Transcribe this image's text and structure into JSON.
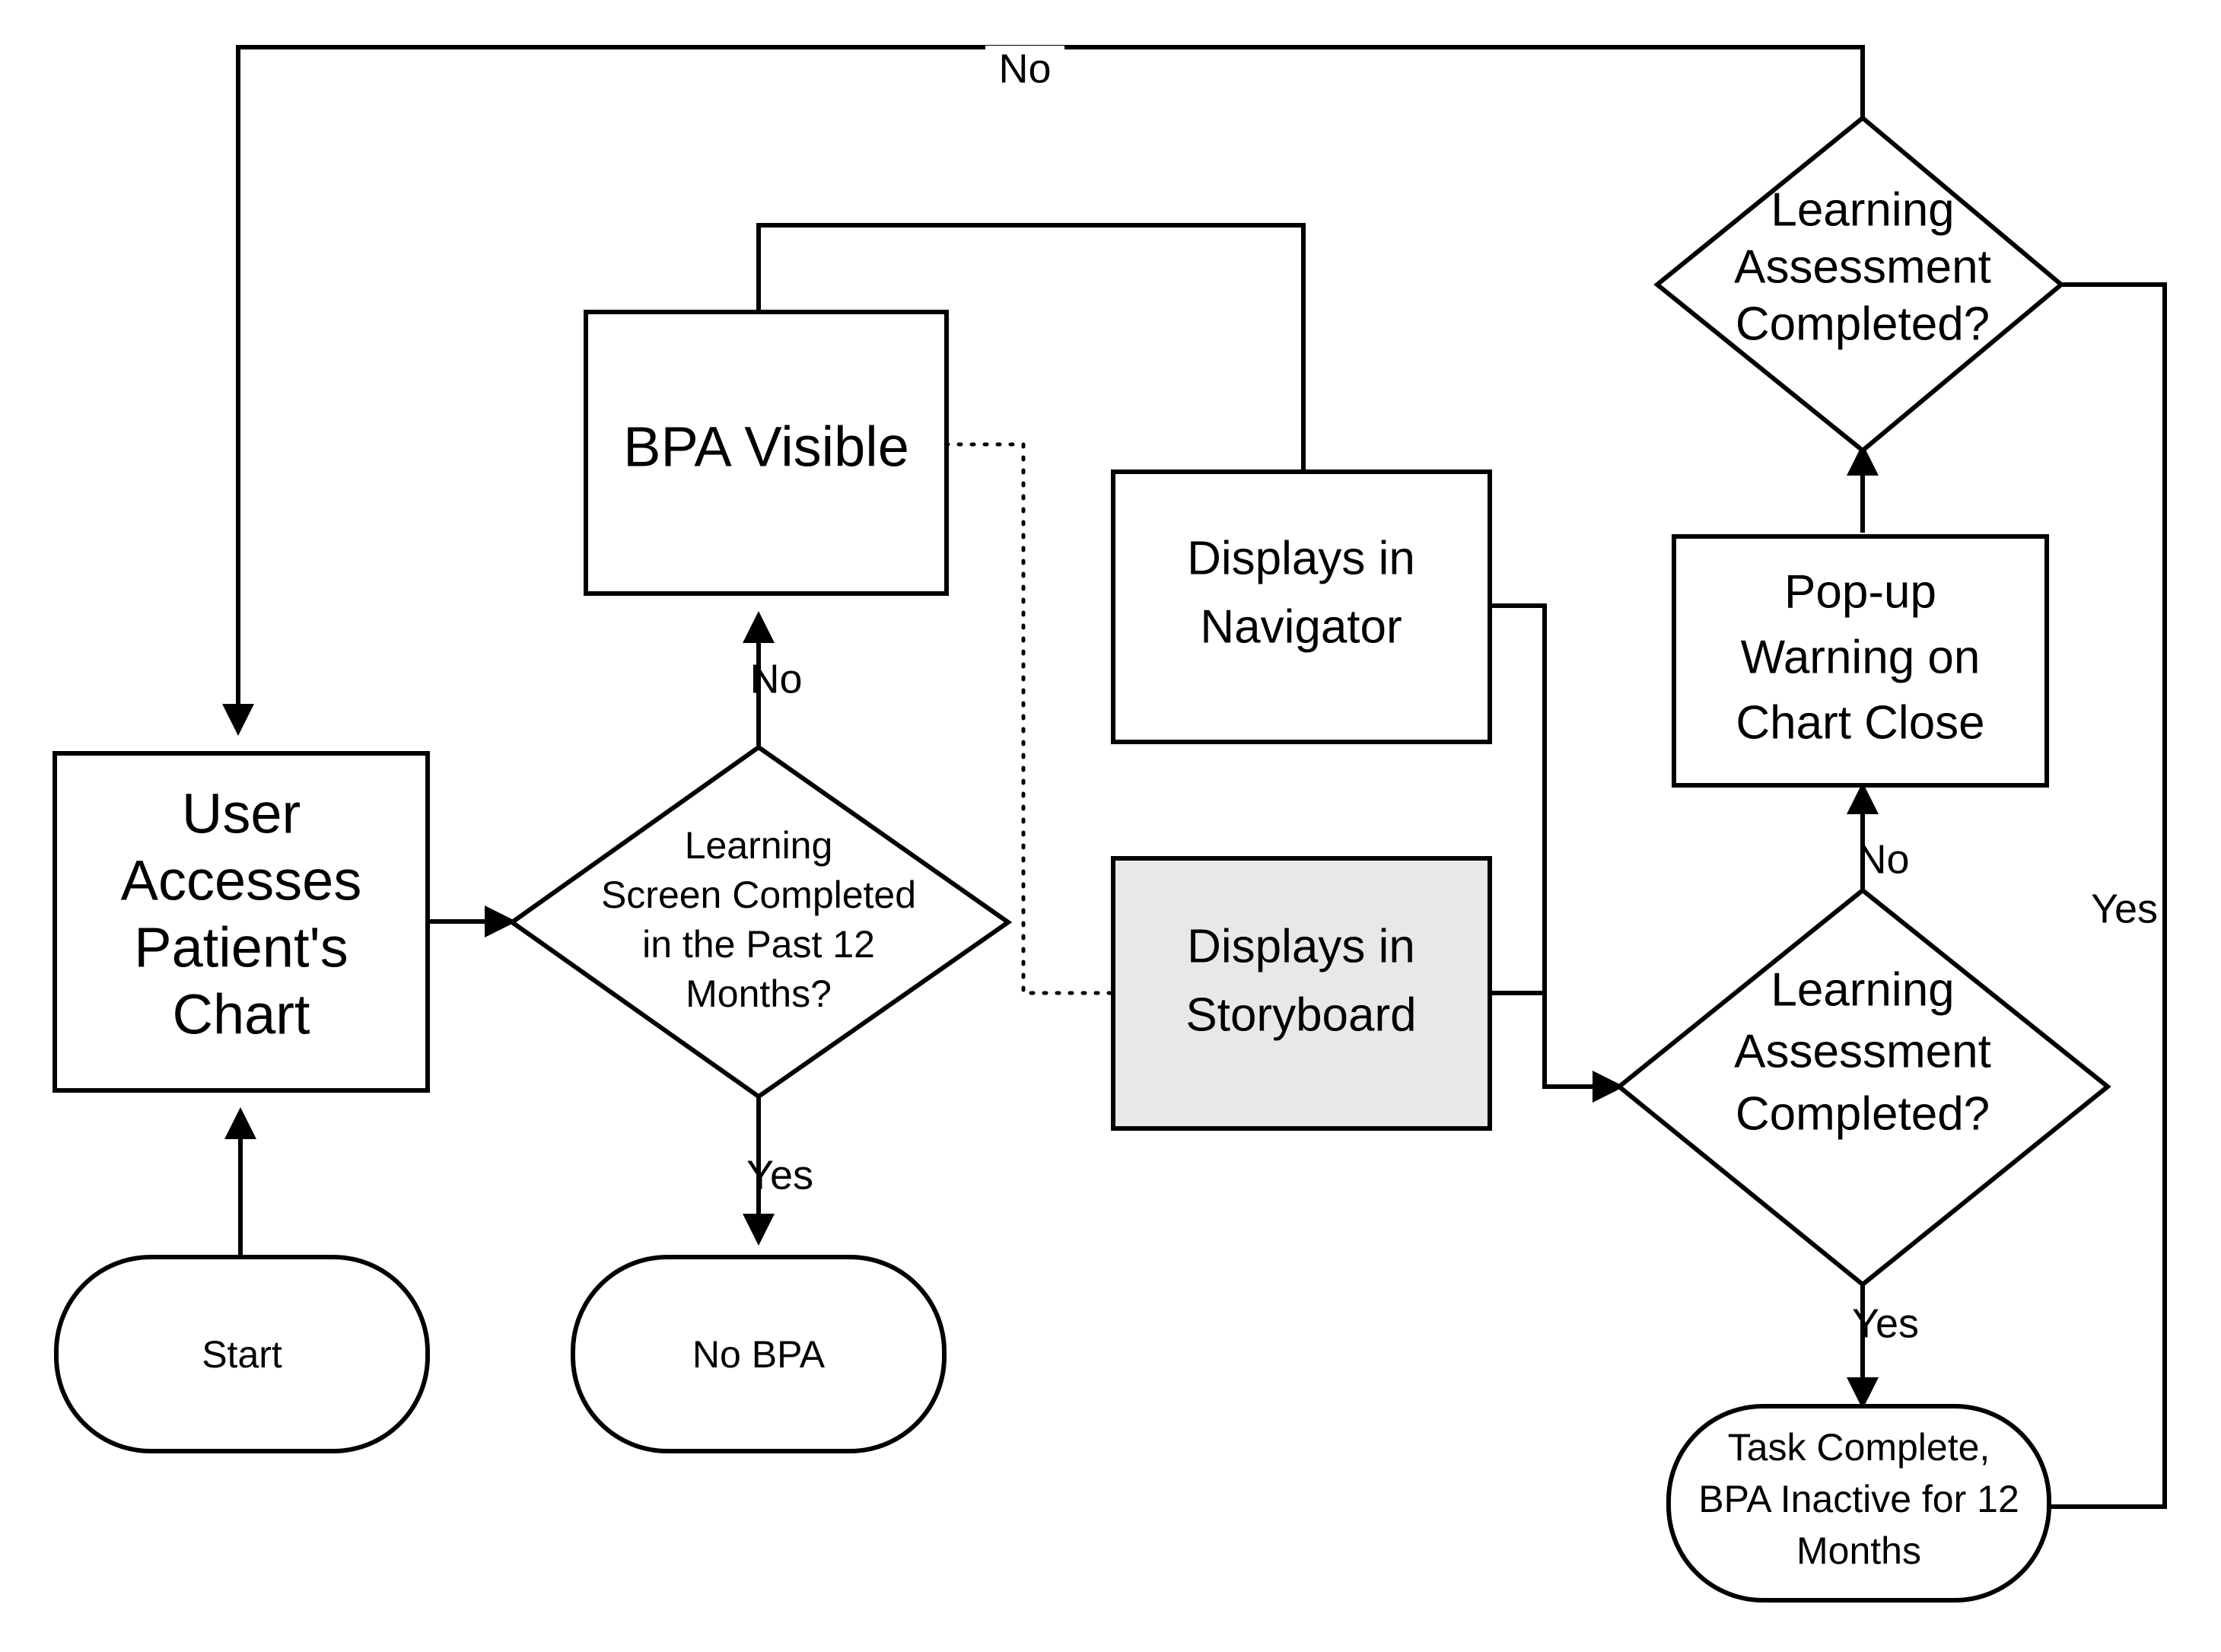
{
  "diagram": {
    "title": "BPA Learning Workflow Flowchart",
    "type": "flowchart",
    "background_color": "#ffffff",
    "line_color": "#000000",
    "highlight_fill": "#e8e8e8"
  },
  "nodes": {
    "start": {
      "label": "Start",
      "shape": "terminator",
      "fill": "#ffffff"
    },
    "user_accesses_chart": {
      "line1": "User",
      "line2": "Accesses",
      "line3": "Patient's",
      "line4": "Chart",
      "shape": "process",
      "fill": "#ffffff"
    },
    "learning_screen_decision": {
      "line1": "Learning",
      "line2": "Screen Completed",
      "line3": "in the Past 12",
      "line4": "Months?",
      "shape": "decision",
      "fill": "#ffffff"
    },
    "no_bpa": {
      "label": "No BPA",
      "shape": "terminator",
      "fill": "#ffffff"
    },
    "bpa_visible": {
      "label": "BPA Visible",
      "shape": "process",
      "fill": "#ffffff"
    },
    "displays_in_navigator": {
      "line1": "Displays in",
      "line2": "Navigator",
      "shape": "process",
      "fill": "#ffffff"
    },
    "displays_in_storyboard": {
      "line1": "Displays in",
      "line2": "Storyboard",
      "shape": "process",
      "fill": "#e8e8e8"
    },
    "learning_assessment_bottom": {
      "line1": "Learning",
      "line2": "Assessment",
      "line3": "Completed?",
      "shape": "decision",
      "fill": "#ffffff"
    },
    "popup_warning": {
      "line1": "Pop-up",
      "line2": "Warning on",
      "line3": "Chart Close",
      "shape": "process",
      "fill": "#ffffff"
    },
    "learning_assessment_top": {
      "line1": "Learning",
      "line2": "Assessment",
      "line3": "Completed?",
      "shape": "decision",
      "fill": "#ffffff"
    },
    "task_complete": {
      "line1": "Task Complete,",
      "line2": "BPA Inactive for 12",
      "line3": "Months",
      "shape": "terminator",
      "fill": "#ffffff"
    }
  },
  "edge_labels": {
    "top_loop_no": "No",
    "learning_screen_no": "No",
    "learning_screen_yes": "Yes",
    "assessment_bottom_no": "No",
    "assessment_bottom_yes": "Yes",
    "assessment_top_yes": "Yes"
  }
}
